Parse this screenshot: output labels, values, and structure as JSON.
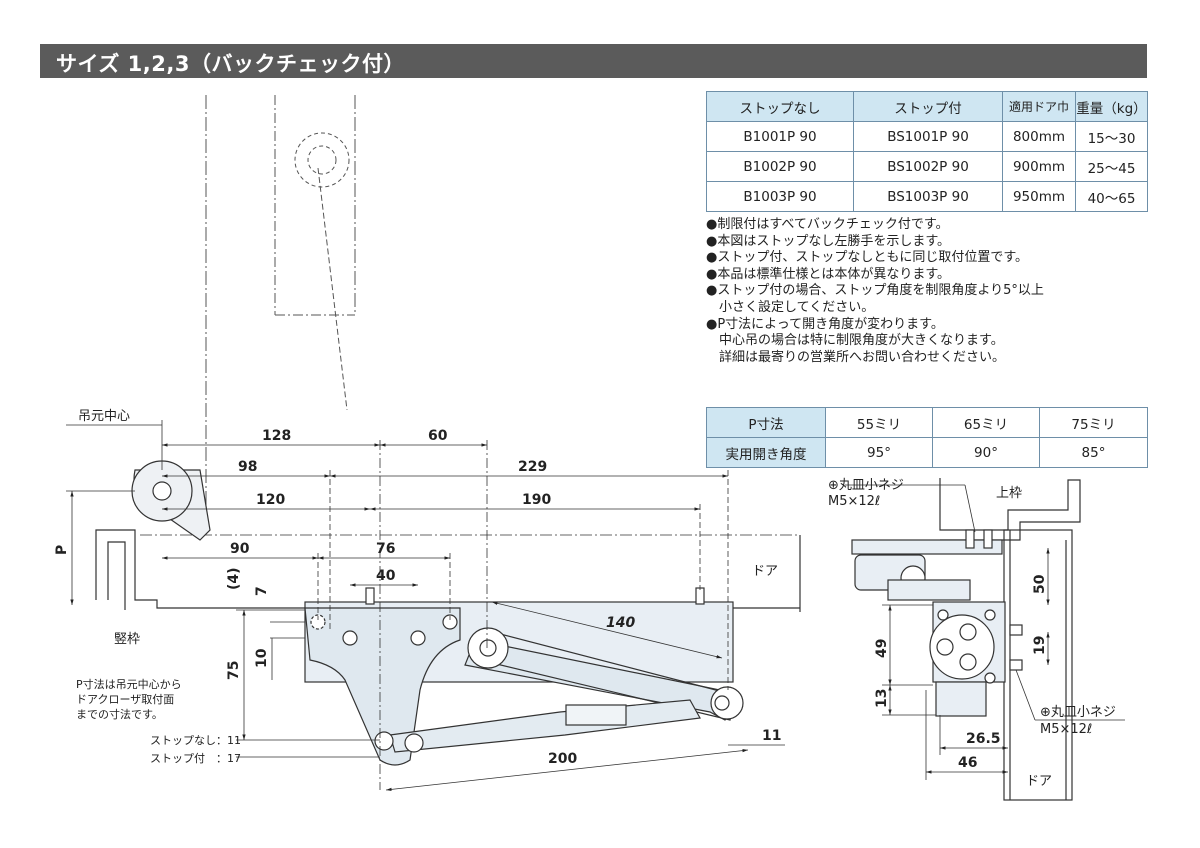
{
  "header": {
    "title": "サイズ 1,2,3（バックチェック付）"
  },
  "model_table": {
    "headers": [
      "ストップなし",
      "ストップ付",
      "適用ドア巾",
      "重量（kg）"
    ],
    "rows": [
      [
        "B1001P 90",
        "BS1001P 90",
        "800mm",
        "15〜30"
      ],
      [
        "B1002P 90",
        "BS1002P 90",
        "900mm",
        "25〜45"
      ],
      [
        "B1003P 90",
        "BS1003P 90",
        "950mm",
        "40〜65"
      ]
    ]
  },
  "notes": [
    "●制限付はすべてバックチェック付です。",
    "●本図はストップなし左勝手を示します。",
    "●ストップ付、ストップなしともに同じ取付位置です。",
    "●本品は標準仕様とは本体が異なります。",
    "●ストップ付の場合、ストップ角度を制限角度より5°以上",
    "小さく設定してください。",
    "●P寸法によって開き角度が変わります。",
    "中心吊の場合は特に制限角度が大きくなります。",
    "詳細は最寄りの営業所へお問い合わせください。"
  ],
  "p_table": {
    "row1": [
      "P寸法",
      "55ミリ",
      "65ミリ",
      "75ミリ"
    ],
    "row2": [
      "実用開き角度",
      "95°",
      "90°",
      "85°"
    ]
  },
  "front_view": {
    "hinge_center_label": "吊元中心",
    "dims": {
      "d128": "128",
      "d60": "60",
      "d98": "98",
      "d229": "229",
      "d120": "120",
      "d190": "190",
      "d90": "90",
      "d76": "76",
      "d40": "40",
      "d140": "140",
      "d200": "200",
      "d11": "11",
      "d7": "7",
      "d4": "(4)",
      "d10": "10",
      "d75": "75",
      "dP": "P"
    },
    "door_label": "ドア",
    "frame_label": "竪枠",
    "p_note": [
      "P寸法は吊元中心から",
      "ドアクローザ取付面",
      "までの寸法です。"
    ],
    "stop_none": "ストップなし：11",
    "stop_with": "ストップ付　：17"
  },
  "side_view": {
    "screw_label_top": [
      "⊕丸皿小ネジ",
      "M5×12ℓ"
    ],
    "screw_label_bottom": [
      "⊕丸皿小ネジ",
      "M5×12ℓ"
    ],
    "top_frame_label": "上枠",
    "door_label": "ドア",
    "dims": {
      "d50": "50",
      "d49": "49",
      "d19": "19",
      "d13": "13",
      "d26_5": "26.5",
      "d46": "46"
    }
  }
}
